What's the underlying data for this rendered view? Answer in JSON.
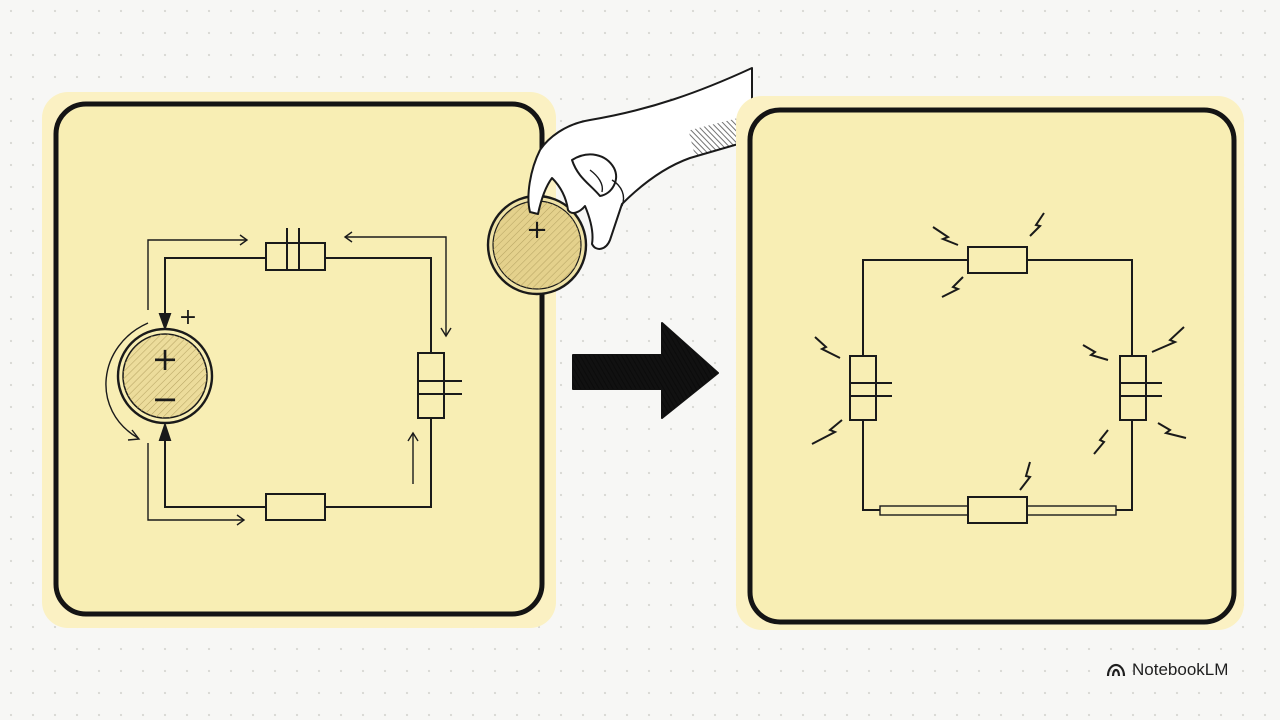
{
  "watermark": {
    "label": "NotebookLM",
    "icon": "notebooklm-logo-icon"
  },
  "left_circuit": {
    "battery_symbols": {
      "plus": "+",
      "minus": "−"
    },
    "terminal_marker": "+",
    "components": [
      "capacitor",
      "capacitor",
      "resistor",
      "battery"
    ]
  },
  "coin": {
    "symbol": "+",
    "icon": "coin-icon"
  },
  "hand": {
    "icon": "hand-icon"
  },
  "arrow": {
    "icon": "arrow-right-icon"
  },
  "right_circuit": {
    "components": [
      "resistor",
      "capacitor",
      "capacitor",
      "resistor"
    ],
    "sparks": "spark-icon"
  },
  "colors": {
    "panel_fill": "#f8eeb4",
    "panel_glow": "#fbf1c3",
    "stroke": "#141414",
    "coin_fill": "#e8d48e"
  }
}
